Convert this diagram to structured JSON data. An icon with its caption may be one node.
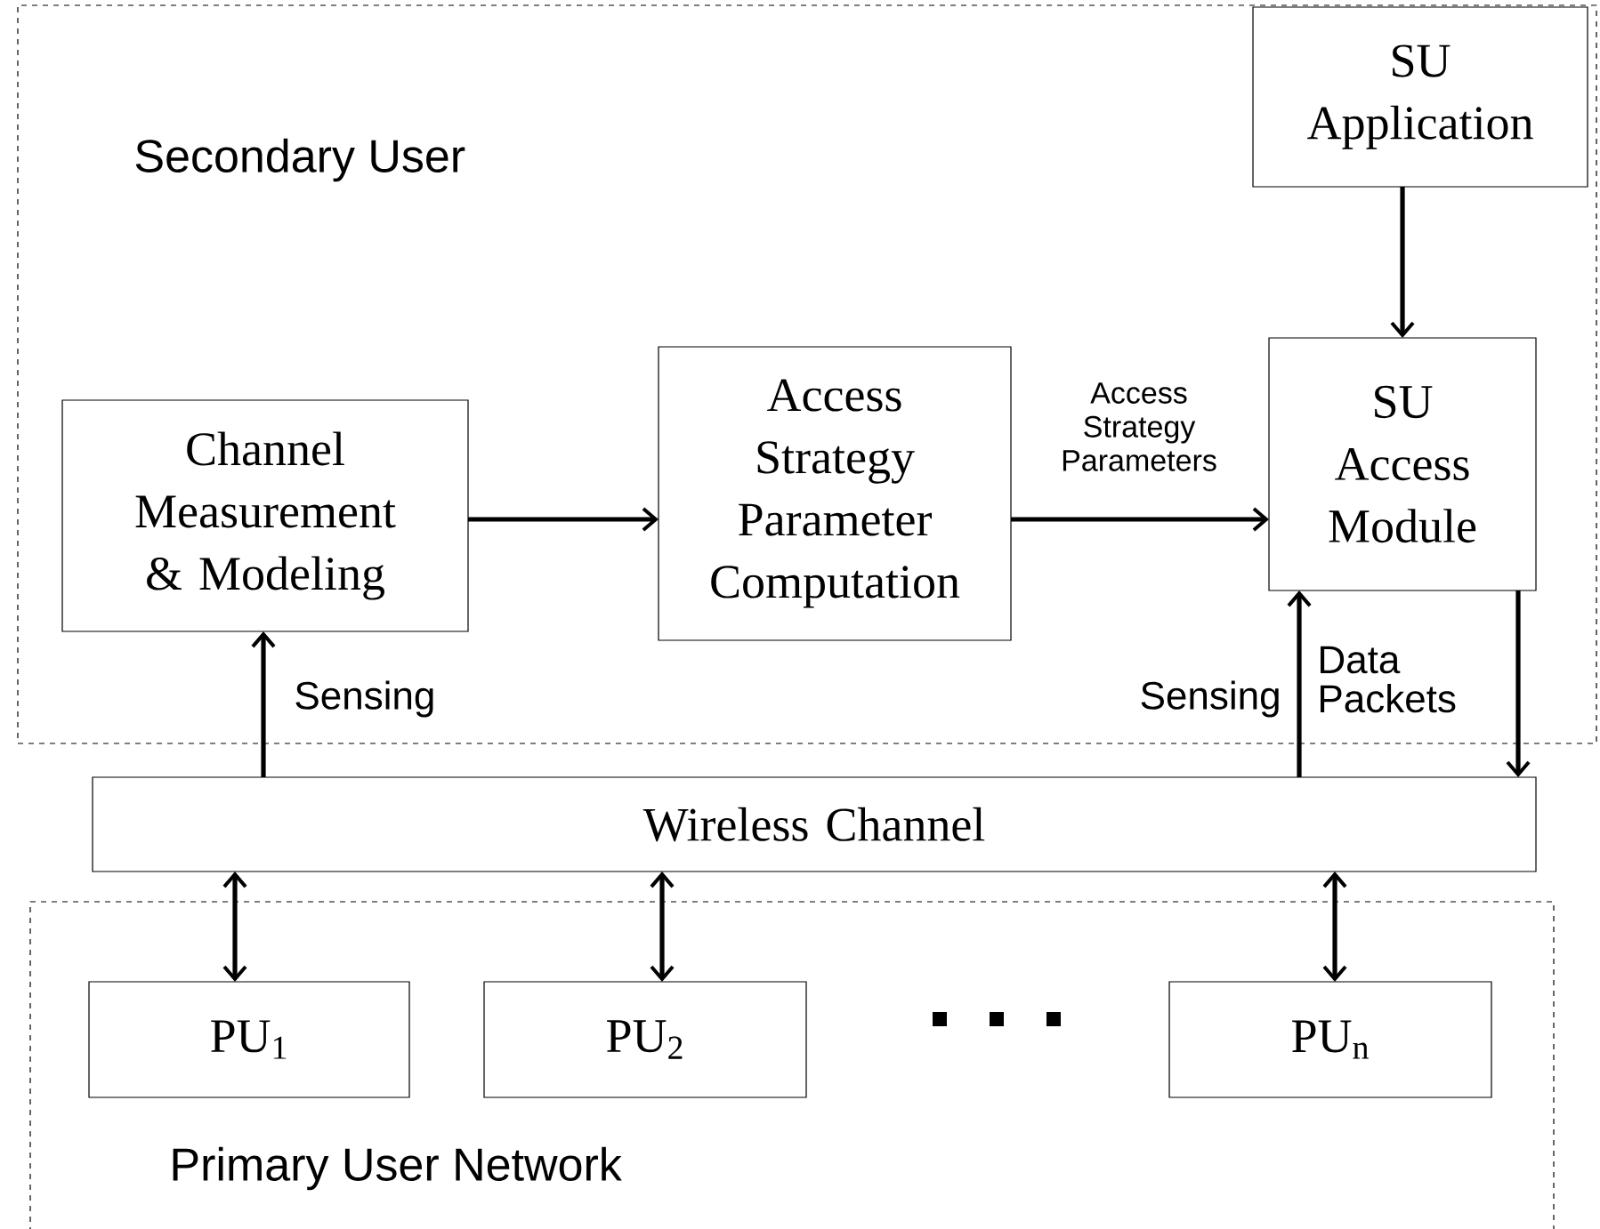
{
  "diagram": {
    "nodes": [
      {
        "text": [
          "Secondary User"
        ]
      },
      {
        "text": [
          "SU Application"
        ],
        "in": 0
      },
      {
        "text": [
          "Channel Measurement & Modeling"
        ],
        "in": 0
      },
      {
        "text": [
          "Access Strategy Parameter Computation"
        ],
        "in": 0
      },
      {
        "text": [
          "SU Access Module"
        ],
        "in": 0
      },
      {
        "text": [
          "Wireless Channel"
        ]
      },
      {
        "text": [
          "Primary User Network"
        ]
      },
      {
        "text": [
          "PU$_{1}$"
        ],
        "in": 6
      },
      {
        "text": [
          "PU$_{2}$"
        ],
        "in": 6
      },
      {
        "text": [
          "PU$_{n}$"
        ],
        "in": 6
      }
    ],
    "edges": [
      {
        "from": 1,
        "to": 4,
        "arrow": "to"
      },
      {
        "from": 2,
        "to": 3,
        "arrow": "to"
      },
      {
        "from": 3,
        "to": 4,
        "arrow": "to",
        "label": "Access Strategy Parameters"
      },
      {
        "from": 5,
        "to": 2,
        "arrow": "to",
        "label": "Sensing"
      },
      {
        "from": 5,
        "to": 4,
        "arrow": "to",
        "label": "Sensing"
      },
      {
        "from": 4,
        "to": 5,
        "arrow": "to",
        "label": "Data Packets"
      },
      {
        "from": 5,
        "to": 7,
        "arrow": "both"
      },
      {
        "from": 5,
        "to": 8,
        "arrow": "both"
      },
      {
        "from": 5,
        "to": 9,
        "arrow": "both"
      }
    ]
  }
}
